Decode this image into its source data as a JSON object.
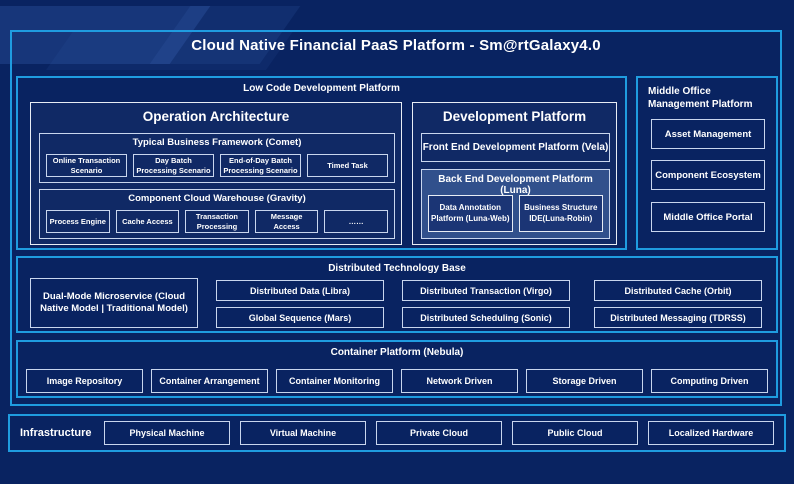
{
  "title": "Cloud Native Financial PaaS Platform - Sm@rtGalaxy4.0",
  "colors": {
    "background": "#092361",
    "frame_border": "#1f9ce0",
    "inner_border": "#c9d6ee",
    "text": "#ffffff",
    "backend_fill": "#31508c"
  },
  "low_code": {
    "label": "Low Code Development Platform",
    "operation_architecture": {
      "title": "Operation Architecture",
      "typical_business": {
        "label": "Typical Business Framework (Comet)",
        "items": [
          "Online Transaction Scenario",
          "Day Batch Processing Scenario",
          "End-of-Day Batch Processing Scenario",
          "Timed Task"
        ]
      },
      "component_cloud": {
        "label": "Component Cloud Warehouse (Gravity)",
        "items": [
          "Process Engine",
          "Cache Access",
          "Transaction Processing",
          "Message Access",
          "……"
        ]
      }
    },
    "development_platform": {
      "title": "Development Platform",
      "front_end": "Front End Development Platform (Vela)",
      "back_end": {
        "label": "Back End Development Platform (Luna)",
        "items": [
          "Data Annotation Platform (Luna-Web)",
          "Business Structure IDE(Luna-Robin)"
        ]
      }
    }
  },
  "middle_office": {
    "label": "Middle Office Management Platform",
    "items": [
      "Asset Management",
      "Component Ecosystem",
      "Middle Office Portal"
    ]
  },
  "distributed": {
    "label": "Distributed Technology Base",
    "dual_mode": "Dual-Mode Microservice (Cloud Native Model | Traditional Model)",
    "grid": [
      "Distributed Data (Libra)",
      "Distributed Transaction (Virgo)",
      "Distributed Cache (Orbit)",
      "Global Sequence (Mars)",
      "Distributed Scheduling (Sonic)",
      "Distributed Messaging (TDRSS)"
    ]
  },
  "container_platform": {
    "label": "Container Platform (Nebula)",
    "items": [
      "Image Repository",
      "Container Arrangement",
      "Container Monitoring",
      "Network Driven",
      "Storage Driven",
      "Computing Driven"
    ]
  },
  "infrastructure": {
    "label": "Infrastructure",
    "items": [
      "Physical Machine",
      "Virtual Machine",
      "Private Cloud",
      "Public Cloud",
      "Localized Hardware"
    ]
  }
}
